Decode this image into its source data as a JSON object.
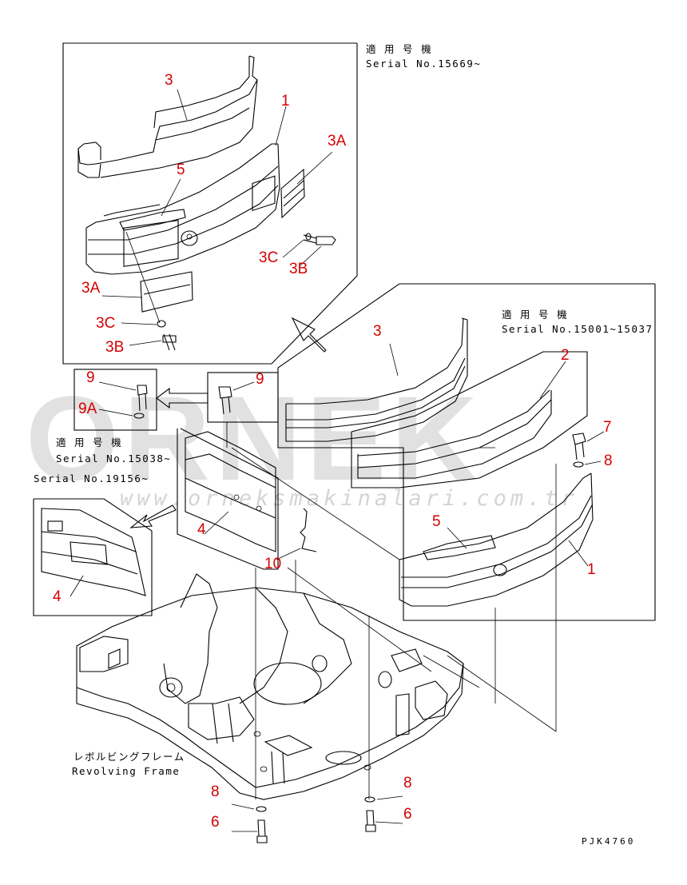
{
  "watermark": {
    "brand": "ORNEK",
    "url": "www.orneksmakinalari.com.tr"
  },
  "notes": {
    "top_jp": "適 用 号 機",
    "top_serial": "Serial No.15669~",
    "right_jp": "適 用 号 機",
    "right_serial": "Serial No.15001~15037",
    "mid_jp": "適 用 号 機",
    "mid_serial": "Serial No.15038~",
    "left_serial": "Serial No.19156~",
    "frame_jp": "レボルビングフレーム",
    "frame_en": "Revolving Frame",
    "drawing_code": "PJK4760"
  },
  "callouts": {
    "c3_top": "3",
    "c1_top": "1",
    "c3a_top": "3A",
    "c5_top": "5",
    "c3c_top": "3C",
    "c3b_top": "3B",
    "c3a_low": "3A",
    "c3c_low": "3C",
    "c3b_low": "3B",
    "c9_left": "9",
    "c9a": "9A",
    "c9_mid": "9",
    "c3_right": "3",
    "c2": "2",
    "c7": "7",
    "c8_right": "8",
    "c5_right": "5",
    "c1_right": "1",
    "c4_mid": "4",
    "c10": "10",
    "c4_left": "4",
    "c8_bl": "8",
    "c6_bl": "6",
    "c8_br": "8",
    "c6_br": "6"
  }
}
